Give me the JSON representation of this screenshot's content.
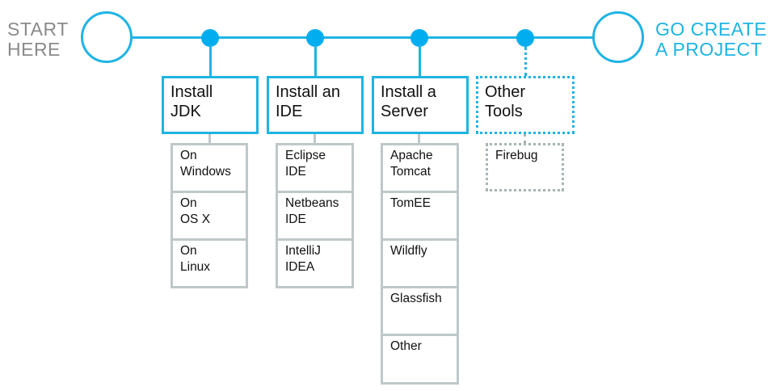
{
  "start": {
    "label": "START\nHERE"
  },
  "end": {
    "label": "GO CREATE\nA PROJECT"
  },
  "steps": [
    {
      "title": "Install\nJDK",
      "items": [
        "On\nWindows",
        "On\nOS X",
        "On\nLinux"
      ]
    },
    {
      "title": "Install an\nIDE",
      "items": [
        "Eclipse\nIDE",
        "Netbeans\nIDE",
        "IntelliJ\nIDEA"
      ]
    },
    {
      "title": "Install a\nServer",
      "items": [
        "Apache\nTomcat",
        "TomEE",
        "Wildfly",
        "Glassfish",
        "Other"
      ]
    },
    {
      "title": "Other\nTools",
      "items": [
        "Firebug"
      ],
      "optional": true
    }
  ],
  "colors": {
    "accent": "#1eb4e4",
    "dot": "#00aeef",
    "gray_border": "#bfc8c8",
    "start_text": "#8a8a8a"
  }
}
